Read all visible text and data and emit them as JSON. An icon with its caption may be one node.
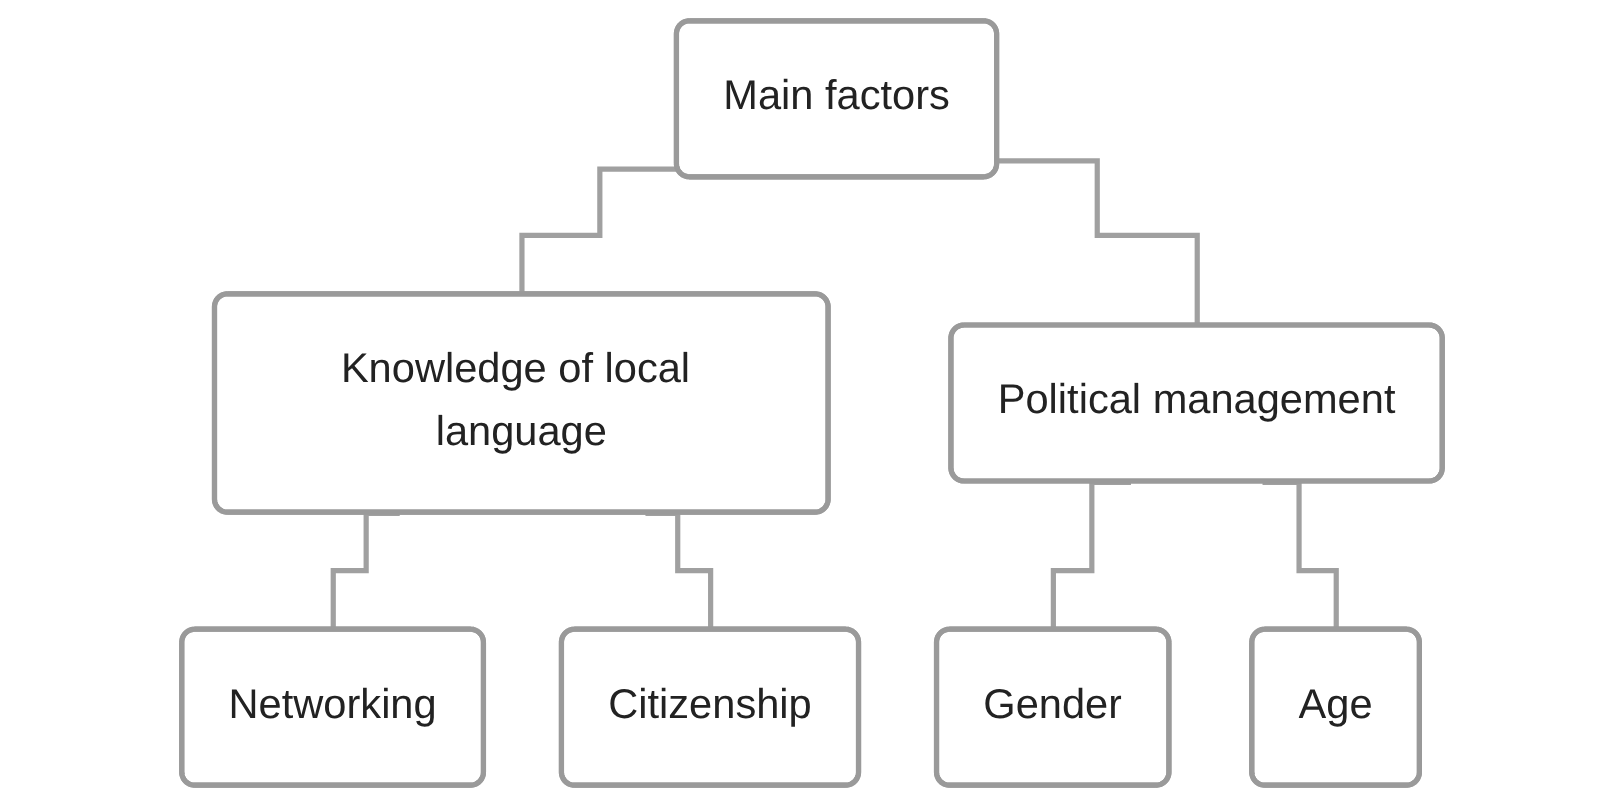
{
  "diagram": {
    "nodes": [
      {
        "text": [
          "Main factors"
        ]
      },
      {
        "text": [
          "Knowledge of local language"
        ]
      },
      {
        "text": [
          "Political management"
        ]
      },
      {
        "text": [
          "Networking"
        ]
      },
      {
        "text": [
          "Citizenship"
        ]
      },
      {
        "text": [
          "Gender"
        ]
      },
      {
        "text": [
          "Age"
        ]
      }
    ],
    "edges": [
      {
        "from": 0,
        "to": 1,
        "arrow": "none"
      },
      {
        "from": 0,
        "to": 2,
        "arrow": "none"
      },
      {
        "from": 1,
        "to": 3,
        "arrow": "none"
      },
      {
        "from": 1,
        "to": 4,
        "arrow": "none"
      },
      {
        "from": 2,
        "to": 5,
        "arrow": "none"
      },
      {
        "from": 2,
        "to": 6,
        "arrow": "none"
      }
    ]
  }
}
